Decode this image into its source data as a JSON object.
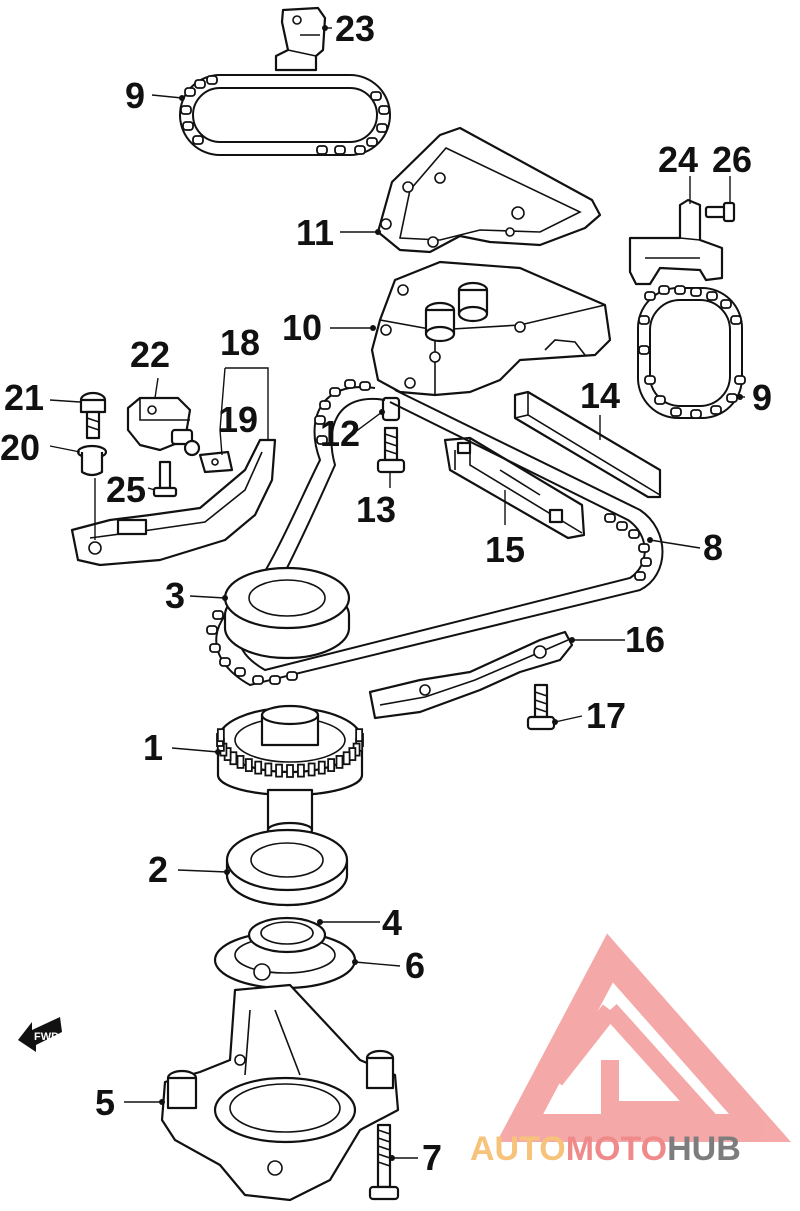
{
  "callouts": {
    "p1": "1",
    "p2": "2",
    "p3": "3",
    "p4": "4",
    "p5": "5",
    "p6": "6",
    "p7": "7",
    "p8": "8",
    "p9a": "9",
    "p9b": "9",
    "p10": "10",
    "p11": "11",
    "p12": "12",
    "p13": "13",
    "p14": "14",
    "p15": "15",
    "p16": "16",
    "p17": "17",
    "p18": "18",
    "p19": "19",
    "p20": "20",
    "p21": "21",
    "p22": "22",
    "p23": "23",
    "p24": "24",
    "p25": "25",
    "p26": "26"
  },
  "forward_mark": "FWD",
  "watermark": {
    "word1": "AUTO",
    "word2": "MOTO",
    "word3": "HUB",
    "color1": "#f7c27a",
    "color2": "#f08a8a",
    "color3": "#7d7d7d"
  }
}
